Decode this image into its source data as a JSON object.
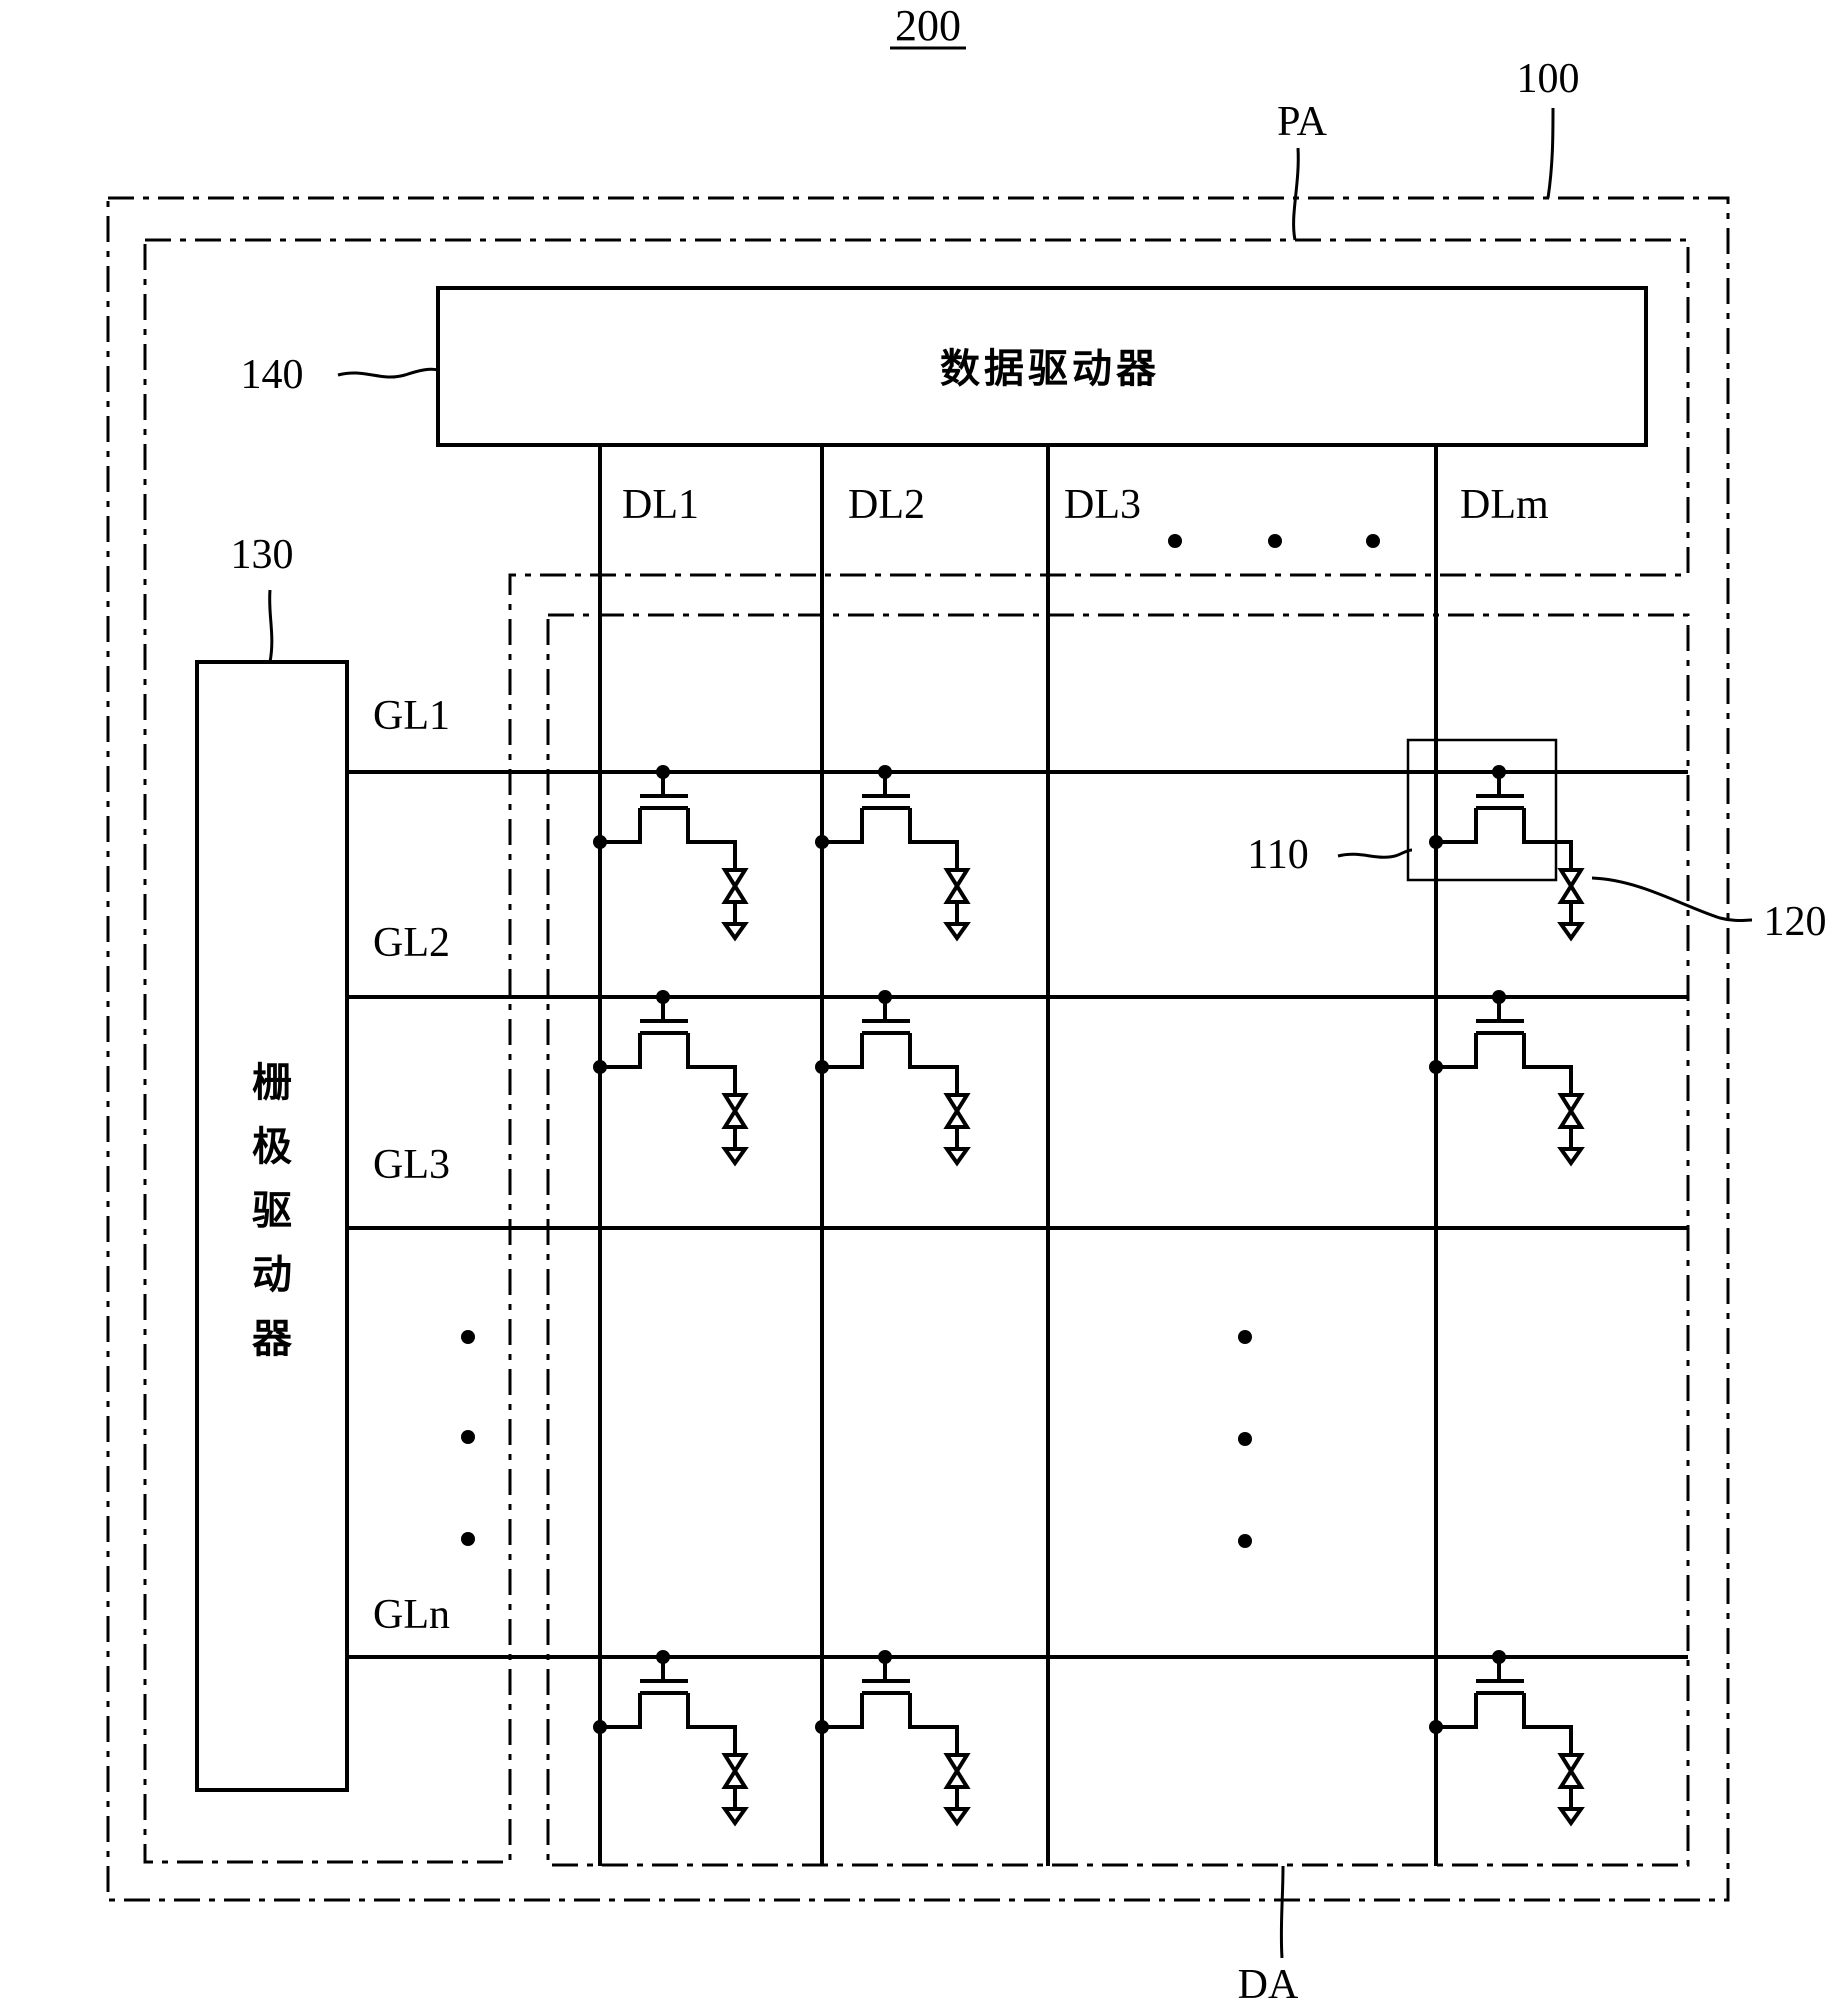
{
  "figure": {
    "title": "200",
    "colors": {
      "ink": "#000000",
      "paper": "#ffffff"
    }
  },
  "labels": {
    "panel": "100",
    "peripheral_area": "PA",
    "display_area": "DA",
    "data_driver_ref": "140",
    "gate_driver_ref": "130",
    "switch_ref": "110",
    "element_ref": "120"
  },
  "data_driver": {
    "text": "数据驱动器"
  },
  "gate_driver": {
    "chars": [
      "栅",
      "极",
      "驱",
      "动",
      "器"
    ]
  },
  "data_lines": [
    "DL1",
    "DL2",
    "DL3",
    "DLm"
  ],
  "gate_lines": [
    "GL1",
    "GL2",
    "GL3",
    "GLn"
  ],
  "icons": {
    "transistor": "thin-film-transistor-icon",
    "element": "bowtie-pixel-element-icon",
    "ellipsis": "ellipsis-dots-icon"
  }
}
